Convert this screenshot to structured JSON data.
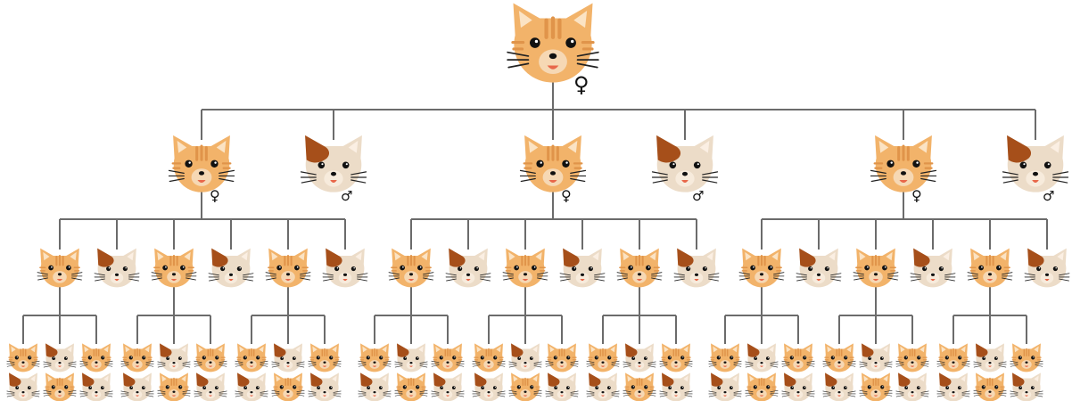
{
  "diagram": {
    "female_symbol": "♀",
    "male_symbol": "♂",
    "root": {
      "type": "tabby",
      "sex": "female"
    },
    "generation_2": [
      {
        "type": "tabby",
        "sex": "female"
      },
      {
        "type": "calico",
        "sex": "male"
      },
      {
        "type": "tabby",
        "sex": "female"
      },
      {
        "type": "calico",
        "sex": "male"
      },
      {
        "type": "tabby",
        "sex": "female"
      },
      {
        "type": "calico",
        "sex": "male"
      }
    ],
    "generation_3_pattern": [
      "tabby",
      "calico",
      "tabby",
      "calico",
      "tabby",
      "calico"
    ],
    "generation_4_row1_pattern": [
      "tabby",
      "calico",
      "tabby"
    ],
    "generation_4_row2_pattern": [
      "calico",
      "tabby",
      "calico"
    ],
    "colors": {
      "line": "#6b6b6b",
      "tabby_fur": "#f2b36a",
      "tabby_stripe": "#e0944a",
      "calico_fur": "#ecdcc8",
      "calico_patch": "#a64f1a",
      "nose": "#f6d8b4",
      "eye": "#111111",
      "whisker": "#222222"
    }
  }
}
